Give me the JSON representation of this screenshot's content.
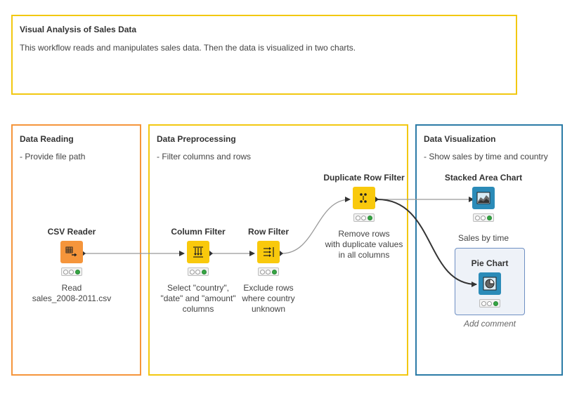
{
  "annotations": {
    "top": {
      "title": "Visual Analysis of Sales Data",
      "description": "This workflow reads and manipulates sales data. Then the data is visualized in two charts."
    },
    "reading": {
      "title": "Data Reading",
      "description": "- Provide file path"
    },
    "preprocessing": {
      "title": "Data Preprocessing",
      "description": "- Filter columns and rows"
    },
    "visualization": {
      "title": "Data Visualization",
      "description": "- Show sales by time and country"
    }
  },
  "nodes": {
    "csv_reader": {
      "name": "CSV Reader",
      "label": "Read\nsales_2008-2011.csv",
      "icon": "table-arrow-icon",
      "status": "executed"
    },
    "column_filter": {
      "name": "Column Filter",
      "label": "Select \"country\",\n\"date\" and \"amount\"\ncolumns",
      "icon": "column-filter-icon",
      "status": "executed"
    },
    "row_filter": {
      "name": "Row Filter",
      "label": "Exclude rows\nwhere country\nunknown",
      "icon": "row-filter-icon",
      "status": "executed"
    },
    "duplicate_row_filter": {
      "name": "Duplicate Row Filter",
      "label": "Remove rows\nwith duplicate values\nin all columns",
      "icon": "duplicate-filter-icon",
      "status": "executed"
    },
    "stacked_area_chart": {
      "name": "Stacked Area Chart",
      "label": "Sales by time",
      "icon": "area-chart-icon",
      "status": "executed"
    },
    "pie_chart": {
      "name": "Pie Chart",
      "label": "Add comment",
      "icon": "pie-chart-icon",
      "status": "executed"
    }
  },
  "colors": {
    "source": "#f5953b",
    "manipulator": "#f9c90c",
    "view": "#2b8bb8",
    "status_ok": "#36a544"
  }
}
